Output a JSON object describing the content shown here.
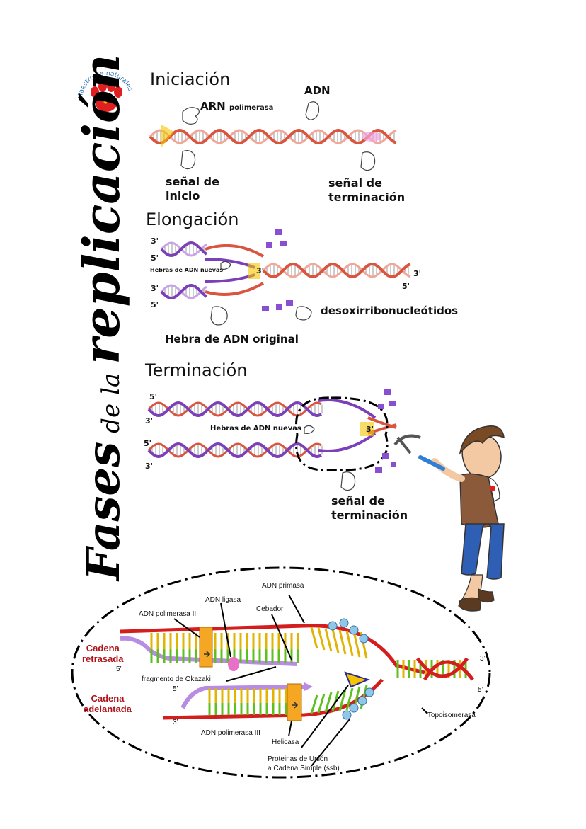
{
  "title": {
    "word1": "Fases",
    "word2": "de",
    "word3": "la",
    "word4": "replicación"
  },
  "logo": {
    "text": "Maestro de naturales"
  },
  "iniciacion": {
    "heading": "Iniciación",
    "arn_label": "ARN",
    "arn_sub": "polimerasa",
    "adn_label": "ADN",
    "senal_inicio_line1": "señal de",
    "senal_inicio_line2": "inicio",
    "senal_term_line1": "señal de",
    "senal_term_line2": "terminación"
  },
  "elongacion": {
    "heading": "Elongación",
    "end_3_top": "3'",
    "end_5_top": "5'",
    "end_3_bottom": "3'",
    "end_5_bottom": "5'",
    "hebras_nuevas": "Hebras de ADN nuevas",
    "fork_3": "3'",
    "right_3": "3'",
    "right_5": "5'",
    "desoxi": "desoxirribonucleótidos",
    "hebra_original": "Hebra de ADN original"
  },
  "terminacion": {
    "heading": "Terminación",
    "end_5_top": "5'",
    "end_3_top": "3'",
    "end_5_bottom": "5'",
    "end_3_bottom": "3'",
    "hebras_nuevas": "Hebras de ADN nuevas",
    "fork_3": "3'",
    "senal_line1": "señal de",
    "senal_line2": "terminación"
  },
  "detalle": {
    "adn_primasa": "ADN primasa",
    "adn_ligasa": "ADN ligasa",
    "adn_pol_top": "ADN polimerasa III",
    "cebador": "Cebador",
    "cadena_retrasada_1": "Cadena",
    "cadena_retrasada_2": "retrasada",
    "five_prime_1": "5’",
    "fragmento": "fragmento de Okazaki",
    "five_prime_2": "5’",
    "cadena_adelantada_1": "Cadena",
    "cadena_adelantada_2": "adelantada",
    "three_prime_1": "3’",
    "adn_pol_bottom": "ADN polimerasa III",
    "helicasa": "Helicasa",
    "ssb_1": "Proteinas de Unión",
    "ssb_2": "a Cadena Simple (ssb)",
    "topoisomerasa": "Topoisomerasa",
    "three_prime_right": "3’",
    "five_prime_right": "5’"
  },
  "colors": {
    "helix_red": "#d9553f",
    "helix_pink": "#f0a79a",
    "helix_purple": "#7b3fb8",
    "helix_violet": "#c7a3e8",
    "rung_grey": "#9a9a9a",
    "detail_red": "#d41e1e",
    "detail_green": "#5fbf1f",
    "detail_yellow": "#e0b400",
    "detail_orange": "#f5a623",
    "detail_lilac": "#b98ce3",
    "logo_red": "#e02020"
  }
}
